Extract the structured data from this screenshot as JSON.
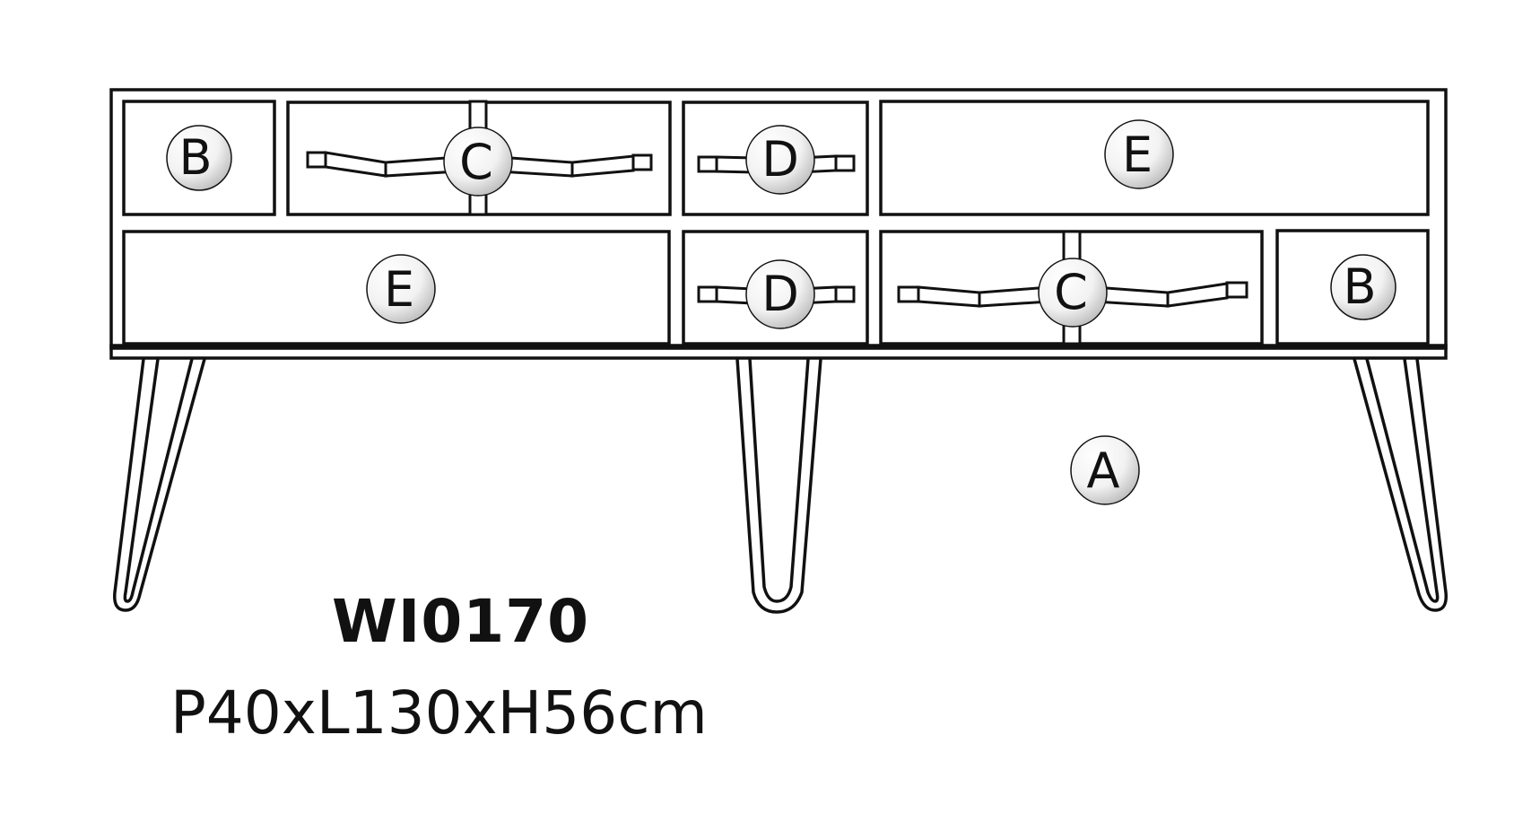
{
  "product": {
    "code": "WI0170",
    "dimensions": "P40xL130xH56cm"
  },
  "parts": {
    "frame": "A",
    "door_small": "B",
    "drawer_large_handle": "C",
    "drawer_small_handle": "D",
    "open_shelf": "E"
  },
  "callouts": [
    {
      "id": "top-left-panel",
      "label": "B"
    },
    {
      "id": "top-large-drawer",
      "label": "C"
    },
    {
      "id": "top-small-drawer",
      "label": "D"
    },
    {
      "id": "top-open-shelf",
      "label": "E"
    },
    {
      "id": "bottom-open-shelf",
      "label": "E"
    },
    {
      "id": "bottom-small-drawer",
      "label": "D"
    },
    {
      "id": "bottom-large-drawer",
      "label": "C"
    },
    {
      "id": "bottom-right-panel",
      "label": "B"
    },
    {
      "id": "frame",
      "label": "A"
    }
  ]
}
